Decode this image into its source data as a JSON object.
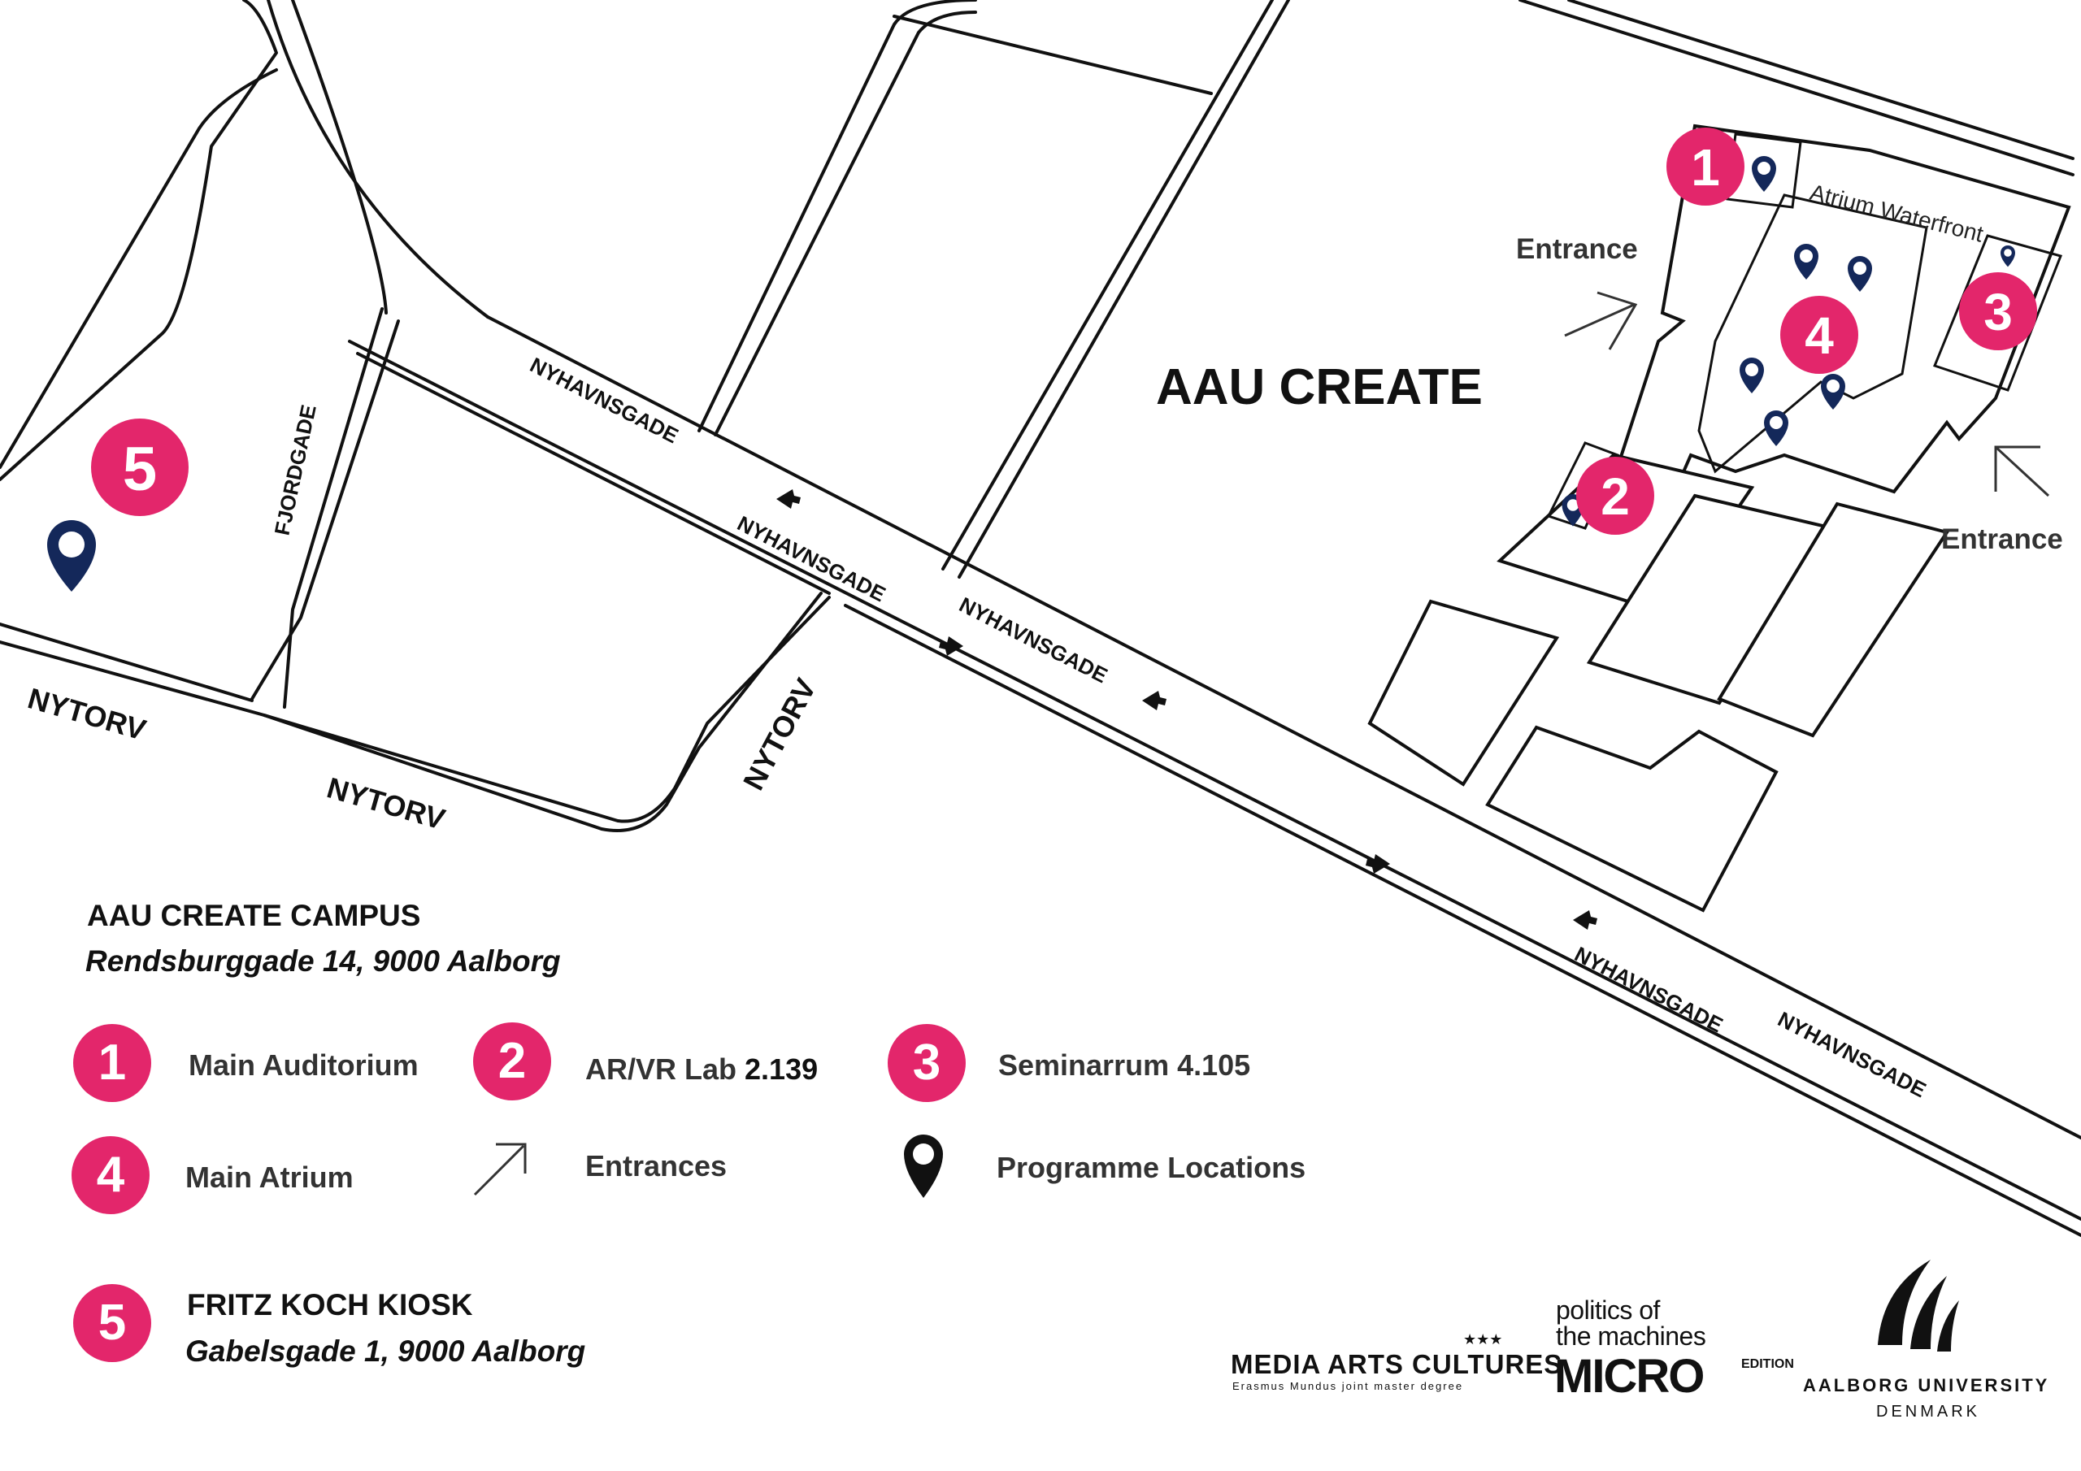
{
  "map": {
    "campus_title": "AAU CREATE",
    "building_label": "Atrium Waterfront",
    "entrance_label": "Entrance",
    "streets": {
      "nyhavnsgade": "NYHAVNSGADE",
      "nytorv": "NYTORV",
      "fjordgade": "FJORDGADE"
    },
    "markers": [
      {
        "number": "1"
      },
      {
        "number": "2"
      },
      {
        "number": "3"
      },
      {
        "number": "4"
      },
      {
        "number": "5"
      }
    ],
    "badge_color": "#e3266b",
    "pin_color": "#14285a"
  },
  "campus": {
    "name": "AAU CREATE CAMPUS",
    "address": "Rendsburggade 14, 9000 Aalborg"
  },
  "legend": [
    {
      "number": "1",
      "label": "Main Auditorium"
    },
    {
      "number": "2",
      "label": "AR/VR Lab",
      "room": "2.139"
    },
    {
      "number": "3",
      "label": "Seminarrum 4.105"
    },
    {
      "number": "4",
      "label": "Main Atrium"
    },
    {
      "icon": "arrow-icon",
      "label": "Entrances"
    },
    {
      "icon": "map-pin-icon",
      "label": "Programme Locations"
    }
  ],
  "kiosk": {
    "number": "5",
    "name": "FRITZ KOCH KIOSK",
    "address": "Gabelsgade 1, 9000 Aalborg"
  },
  "logos": {
    "media_arts": "MEDIA ARTS CULTURES",
    "media_arts_sub": "Erasmus Mundus joint master degree",
    "politics_line1": "politics of",
    "politics_line2": "the machines",
    "politics_brand": "MICRO",
    "politics_edition": "EDITION",
    "aau_line1": "AALBORG UNIVERSITY",
    "aau_line2": "DENMARK"
  }
}
